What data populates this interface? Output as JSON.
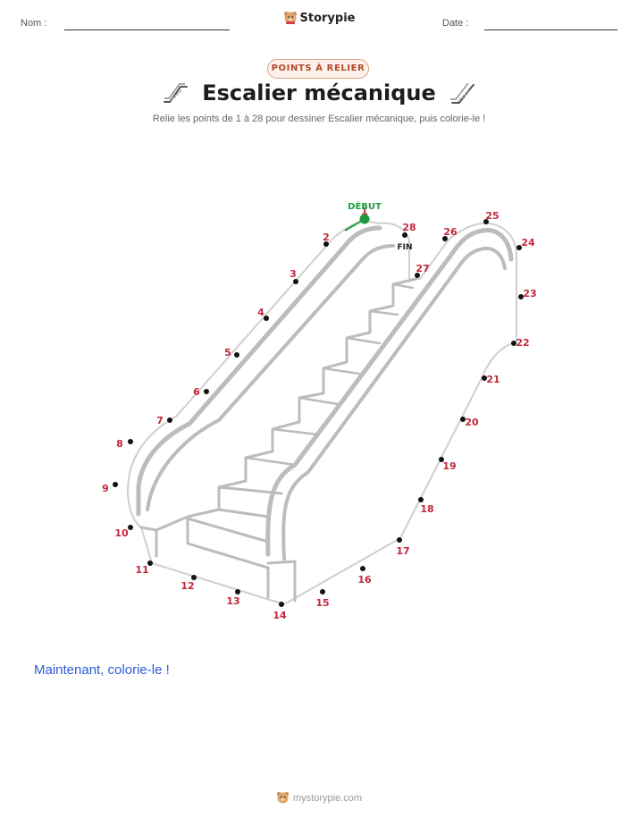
{
  "header": {
    "name_label": "Nom :",
    "date_label": "Date :",
    "brand": "Storypie"
  },
  "badge": "POINTS À RELIER",
  "title": "Escalier mécanique",
  "subtitle": "Relie les points de 1 à 28 pour dessiner Escalier mécanique, puis colorie-le !",
  "puzzle": {
    "start_label": "DÉBUT",
    "end_label": "FIN",
    "accent_color": "#1f9b3f",
    "number_color": "#c0283a",
    "dots": [
      {
        "n": "1"
      },
      {
        "n": "2"
      },
      {
        "n": "3"
      },
      {
        "n": "4"
      },
      {
        "n": "5"
      },
      {
        "n": "6"
      },
      {
        "n": "7"
      },
      {
        "n": "8"
      },
      {
        "n": "9"
      },
      {
        "n": "10"
      },
      {
        "n": "11"
      },
      {
        "n": "12"
      },
      {
        "n": "13"
      },
      {
        "n": "14"
      },
      {
        "n": "15"
      },
      {
        "n": "16"
      },
      {
        "n": "17"
      },
      {
        "n": "18"
      },
      {
        "n": "19"
      },
      {
        "n": "20"
      },
      {
        "n": "21"
      },
      {
        "n": "22"
      },
      {
        "n": "23"
      },
      {
        "n": "24"
      },
      {
        "n": "25"
      },
      {
        "n": "26"
      },
      {
        "n": "27"
      },
      {
        "n": "28"
      }
    ]
  },
  "color_note": "Maintenant, colorie-le !",
  "footer": "mystorypie.com"
}
